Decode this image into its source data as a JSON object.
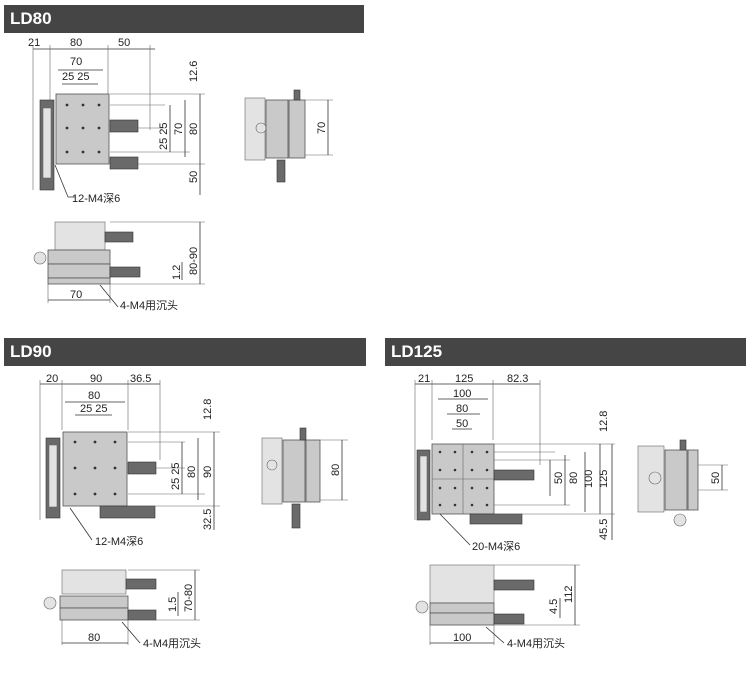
{
  "sections": {
    "ld80": {
      "title": "LD80",
      "dims": {
        "top_21": "21",
        "top_80": "80",
        "top_50": "50",
        "inner_70": "70",
        "pair_25_25": "25 25",
        "right_12_6": "12.6",
        "right_25_25": "25 25",
        "right_70": "70",
        "right_80": "80",
        "right_50": "50",
        "holes": "12-M4深6",
        "side_70": "70",
        "front_range": "80-90",
        "front_1_2": "1.2",
        "front_70": "70",
        "front_mount": "4-M4用沉头"
      }
    },
    "ld90": {
      "title": "LD90",
      "dims": {
        "top_20": "20",
        "top_90": "90",
        "top_36_5": "36.5",
        "inner_80": "80",
        "pair_25_25": "25 25",
        "right_12_8": "12.8",
        "right_25_25": "25 25",
        "right_80": "80",
        "right_90": "90",
        "right_32_5": "32.5",
        "holes": "12-M4深6",
        "side_80": "80",
        "front_range": "70-80",
        "front_1_5": "1.5",
        "front_80": "80",
        "front_mount": "4-M4用沉头"
      }
    },
    "ld125": {
      "title": "LD125",
      "dims": {
        "top_21": "21",
        "top_125": "125",
        "top_82_3": "82.3",
        "inner_100": "100",
        "inner_80": "80",
        "inner_50": "50",
        "right_12_8": "12.8",
        "right_50": "50",
        "right_80": "80",
        "right_100": "100",
        "right_125": "125",
        "right_45_5": "45.5",
        "holes": "20-M4深6",
        "side_50": "50",
        "front_4_5": "4.5",
        "front_112": "112",
        "front_100": "100",
        "front_mount": "4-M4用沉头"
      }
    }
  }
}
